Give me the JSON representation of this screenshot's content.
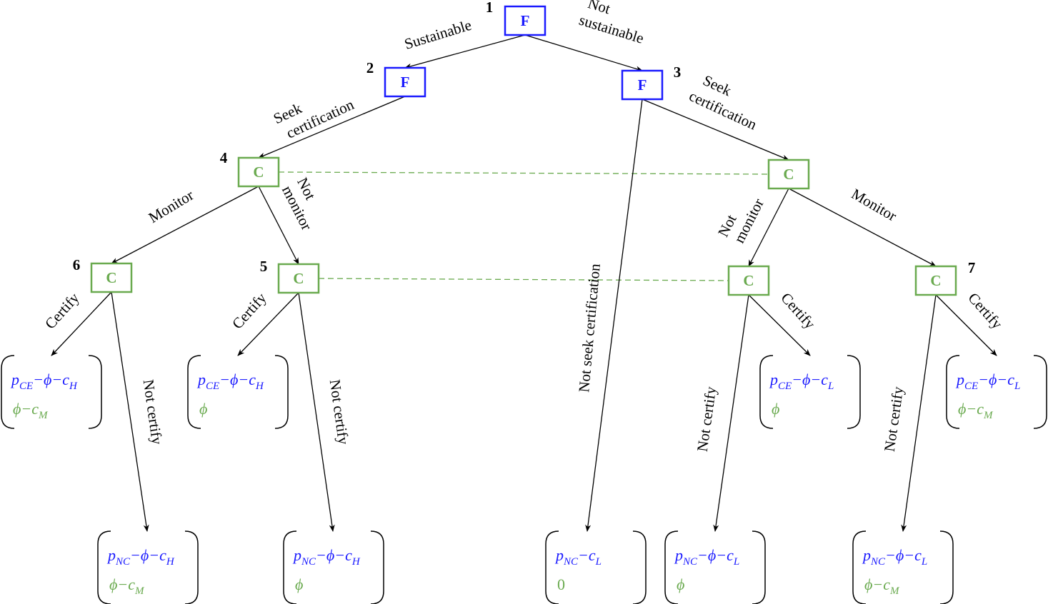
{
  "colors": {
    "firm": "#1a1aff",
    "certifier": "#6aaa4f",
    "edge": "#000000"
  },
  "nodes": [
    {
      "id": "n1",
      "player": "F",
      "number": "1"
    },
    {
      "id": "n2",
      "player": "F",
      "number": "2"
    },
    {
      "id": "n3",
      "player": "F",
      "number": "3"
    },
    {
      "id": "n4",
      "player": "C",
      "number": "4"
    },
    {
      "id": "n4b",
      "player": "C",
      "number": ""
    },
    {
      "id": "n6",
      "player": "C",
      "number": "6"
    },
    {
      "id": "n5",
      "player": "C",
      "number": "5"
    },
    {
      "id": "n5b",
      "player": "C",
      "number": ""
    },
    {
      "id": "n7",
      "player": "C",
      "number": "7"
    }
  ],
  "edges": [
    {
      "from": "n1",
      "to": "n2",
      "label": "Sustainable"
    },
    {
      "from": "n1",
      "to": "n3",
      "label": "Not sustainable",
      "label_lines": [
        "Not",
        "sustainable"
      ]
    },
    {
      "from": "n2",
      "to": "n4",
      "label": "Seek certification",
      "label_lines": [
        "Seek",
        "certification"
      ]
    },
    {
      "from": "n3",
      "to": "n4b",
      "label": "Seek certification",
      "label_lines": [
        "Seek",
        "certification"
      ]
    },
    {
      "from": "n3",
      "to": "t_ns",
      "label": "Not seek certification"
    },
    {
      "from": "n4",
      "to": "n6",
      "label": "Monitor"
    },
    {
      "from": "n4",
      "to": "n5",
      "label": "Not monitor",
      "label_lines": [
        "Not",
        "monitor"
      ]
    },
    {
      "from": "n4b",
      "to": "n5b",
      "label": "Not monitor",
      "label_lines": [
        "Not",
        "monitor"
      ]
    },
    {
      "from": "n4b",
      "to": "n7",
      "label": "Monitor"
    },
    {
      "from": "n6",
      "to": "t6c",
      "label": "Certify"
    },
    {
      "from": "n6",
      "to": "t6n",
      "label": "Not certify"
    },
    {
      "from": "n5",
      "to": "t5c",
      "label": "Certify"
    },
    {
      "from": "n5",
      "to": "t5n",
      "label": "Not certify"
    },
    {
      "from": "n5b",
      "to": "t5bc",
      "label": "Certify"
    },
    {
      "from": "n5b",
      "to": "t5bn",
      "label": "Not certify"
    },
    {
      "from": "n7",
      "to": "t7c",
      "label": "Certify"
    },
    {
      "from": "n7",
      "to": "t7n",
      "label": "Not certify"
    }
  ],
  "information_sets": [
    {
      "nodes": [
        "n4",
        "n4b"
      ],
      "style": "dashed"
    },
    {
      "nodes": [
        "n5",
        "n5b"
      ],
      "style": "dashed"
    }
  ],
  "payoffs": {
    "t6c": {
      "firm": {
        "p": "p",
        "psub": "CE",
        "rest": "−ϕ−c",
        "csub": "H"
      },
      "cert": {
        "text": "ϕ−c",
        "csub": "M"
      }
    },
    "t6n": {
      "firm": {
        "p": "p",
        "psub": "NC",
        "rest": "−ϕ−c",
        "csub": "H"
      },
      "cert": {
        "text": "ϕ−c",
        "csub": "M"
      }
    },
    "t5c": {
      "firm": {
        "p": "p",
        "psub": "CE",
        "rest": "−ϕ−c",
        "csub": "H"
      },
      "cert": {
        "text": "ϕ",
        "csub": ""
      }
    },
    "t5n": {
      "firm": {
        "p": "p",
        "psub": "NC",
        "rest": "−ϕ−c",
        "csub": "H"
      },
      "cert": {
        "text": "ϕ",
        "csub": ""
      }
    },
    "t_ns": {
      "firm": {
        "p": "p",
        "psub": "NC",
        "rest": "−c",
        "csub": "L"
      },
      "cert": {
        "text": "0",
        "csub": ""
      }
    },
    "t5bn": {
      "firm": {
        "p": "p",
        "psub": "NC",
        "rest": "−ϕ−c",
        "csub": "L"
      },
      "cert": {
        "text": "ϕ",
        "csub": ""
      }
    },
    "t5bc": {
      "firm": {
        "p": "p",
        "psub": "CE",
        "rest": "−ϕ−c",
        "csub": "L"
      },
      "cert": {
        "text": "ϕ",
        "csub": ""
      }
    },
    "t7n": {
      "firm": {
        "p": "p",
        "psub": "NC",
        "rest": "−ϕ−c",
        "csub": "L"
      },
      "cert": {
        "text": "ϕ−c",
        "csub": "M"
      }
    },
    "t7c": {
      "firm": {
        "p": "p",
        "psub": "CE",
        "rest": "−ϕ−c",
        "csub": "L"
      },
      "cert": {
        "text": "ϕ−c",
        "csub": "M"
      }
    }
  }
}
